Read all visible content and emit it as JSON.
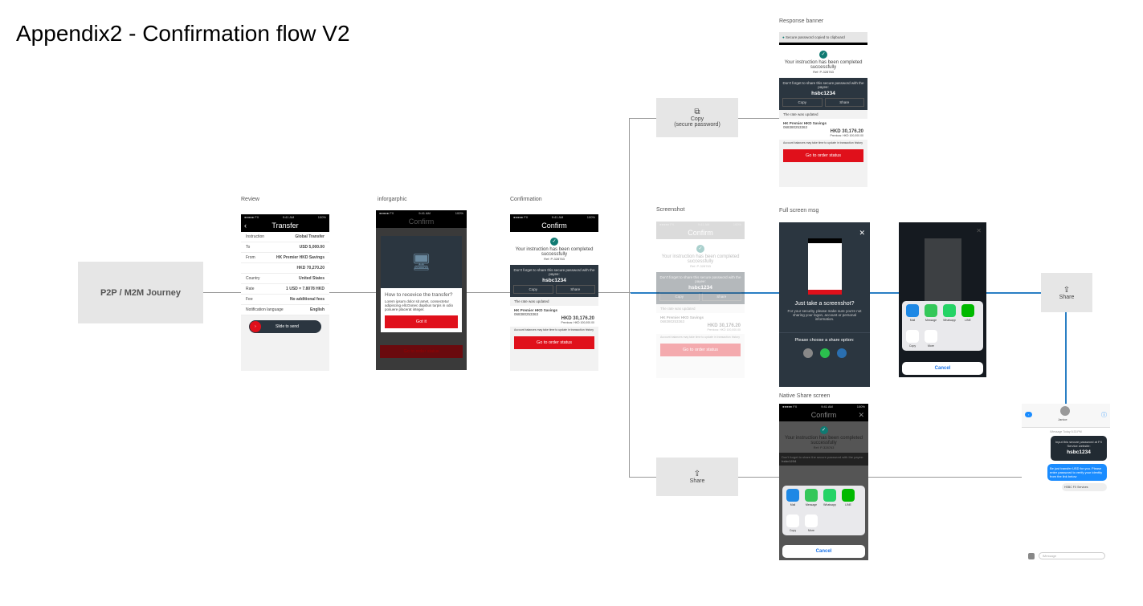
{
  "title": "Appendix2 - Confirmation flow V2",
  "start": "P2P / M2M Journey",
  "labels": {
    "review": "Review",
    "info": "inforgarphic",
    "confirmation": "Confirmation",
    "screenshot": "Screenshot",
    "response": "Response banner",
    "fullscreen": "Full screen msg",
    "native": "Native Share screen"
  },
  "actions": {
    "copy": "Copy",
    "copy_sub": "(secure password)",
    "share": "Share",
    "share2": "Share"
  },
  "status": {
    "carrier": "●●●●● FX",
    "time": "9:41 AM",
    "battery": "100%"
  },
  "review": {
    "nav": "Transfer",
    "rows": [
      [
        "Instruction",
        "Global Transfer"
      ],
      [
        "To",
        "USD 5,000.00"
      ],
      [
        "From",
        "HK Premier HKD Savings"
      ],
      [
        "",
        "HKD 70,270.20"
      ],
      [
        "Country",
        "United States"
      ],
      [
        "Rate",
        "1 USD = 7.8078 HKD"
      ],
      [
        "Fee",
        "No additional fees"
      ],
      [
        "Notification language",
        "English"
      ]
    ],
    "slide": "Slide to send"
  },
  "info": {
    "nav": "Confirm",
    "heading": "How to recevice the transfer?",
    "body": "Lorem ipsum dolor sit amet, consectetur adipiscing elit.Donec dapibus turpis in odio posuere placerat integer.",
    "button": "Got it",
    "bottom": "Go to order status"
  },
  "confirm": {
    "nav": "Confirm",
    "msg": "Your instruction has been completed successfully",
    "ref": "Ref: P-328763",
    "note": "Don't forget to share this secure password with the payee:",
    "password": "hsbc1234",
    "copy": "Copy",
    "share": "Share",
    "rate": "The rate was updated",
    "account": "HK Premier HKD Savings",
    "acct_no": "068380253363",
    "balance": "HKD 30,176.20",
    "previous": "Previous: HKD 100,000.00",
    "disclaimer": "Account balances may take time to update in transaction history",
    "cta": "Go to order status"
  },
  "banner": "Secure password copied to clipboard",
  "fullscreen": {
    "heading": "Just take a screenshot?",
    "body": "For your security, please make sure you're not sharing your logon, account or personal information.",
    "choose": "Please choose a share option:"
  },
  "share_sheet": {
    "apps": [
      "Mail",
      "Message",
      "Whatsapp",
      "LINE"
    ],
    "actions": [
      "Copy",
      "More"
    ],
    "cancel": "Cancel"
  },
  "native": {
    "note": "Don't forget to share the secure password with the payee:"
  },
  "imessage": {
    "contact": "Janice",
    "meta": "iMessage Today 5:33 PM",
    "bubble1": "Input this secure password at FX Service website:",
    "password": "hsbc1234",
    "bubble2": "Be just transfer USD for you. Please enter password to verify your identity from the link below",
    "link": "HSBC FX Services",
    "placeholder": "iMessage"
  },
  "colors": {
    "accent": "#2a7fc4",
    "red": "#e0101b",
    "dark": "#2b3640"
  }
}
